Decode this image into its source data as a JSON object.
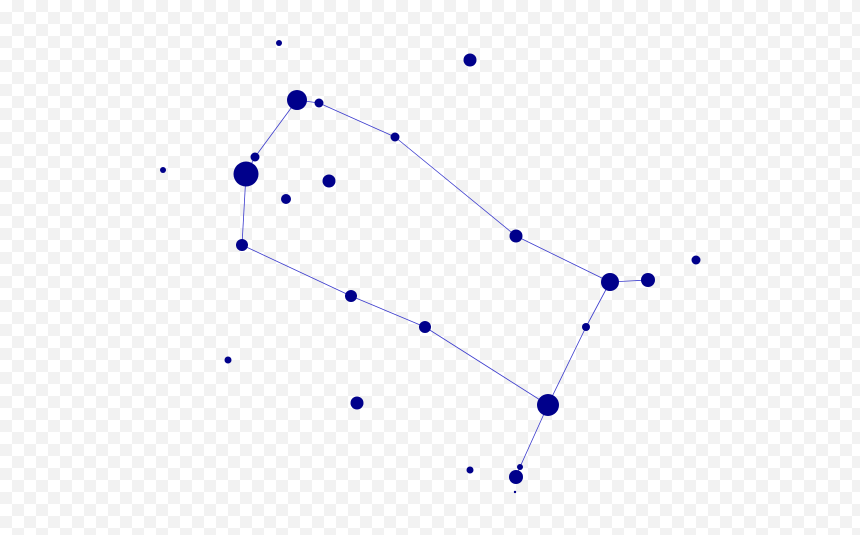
{
  "diagram": {
    "type": "star-constellation",
    "colors": {
      "star": "#00008b",
      "line": "#3a3acd"
    },
    "constellation_stars": 14,
    "background_stars": 10
  }
}
